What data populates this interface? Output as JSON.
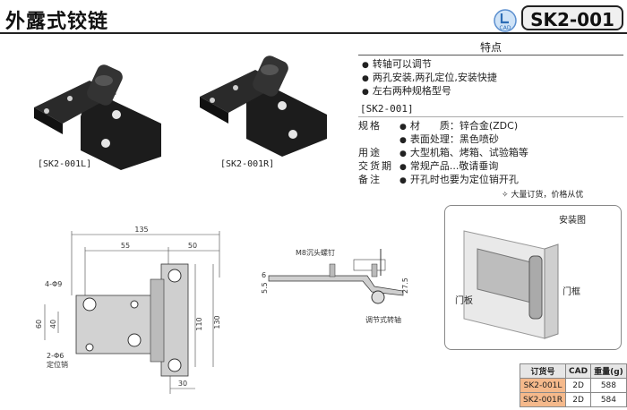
{
  "header": {
    "title": "外露式铰链",
    "cad_badge": "CAD",
    "product_code": "SK2-001"
  },
  "features": {
    "heading": "特点",
    "items": [
      "转轴可以调节",
      "两孔安装,两孔定位,安装快捷",
      "左右两种规格型号"
    ],
    "model_tag": "[SK2-001]"
  },
  "specs": [
    {
      "label": "规格",
      "value": "材　　质：锌合金(ZDC)"
    },
    {
      "label": "",
      "value": "表面处理：黑色喷砂"
    },
    {
      "label": "用途",
      "value": "大型机箱、烤箱、试验箱等"
    },
    {
      "label": "交货期",
      "value": "常规产品...敬请垂询"
    },
    {
      "label": "备注",
      "value": "开孔时也要为定位销开孔"
    }
  ],
  "photos": {
    "left_caption": "[SK2-001L]",
    "right_caption": "[SK2-001R]"
  },
  "note": "大量订货，价格从优",
  "drawing": {
    "dims": {
      "total_width": "135",
      "span_55": "55",
      "span_50": "50",
      "height_110": "110",
      "height_130": "130",
      "left_60": "60",
      "left_40": "40",
      "bottom_30": "30",
      "holes_top": "4-Φ9",
      "holes_bottom": "2-Φ6",
      "pin_label": "定位销"
    },
    "side": {
      "screw_label": "M8沉头螺钉",
      "dim_275": "27.5",
      "dim_55": "5.5",
      "dim_6": "6",
      "adjust_label": "调节式转轴"
    }
  },
  "install": {
    "title": "安装图",
    "door_panel": "门板",
    "door_frame": "门框"
  },
  "order_table": {
    "headers": [
      "订货号",
      "CAD",
      "重量(g)"
    ],
    "rows": [
      {
        "code": "SK2-001L",
        "cad": "2D",
        "weight": "588"
      },
      {
        "code": "SK2-001R",
        "cad": "2D",
        "weight": "584"
      }
    ]
  }
}
